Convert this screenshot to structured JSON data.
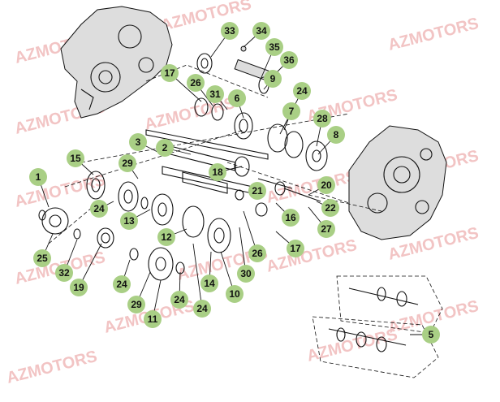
{
  "watermark": "AZMOTORS",
  "colors": {
    "badge": "#a9cf85",
    "watermark": "#f2c4c4"
  },
  "callouts": [
    "33",
    "34",
    "35",
    "36",
    "17",
    "26",
    "31",
    "9",
    "24",
    "6",
    "7",
    "28",
    "8",
    "3",
    "2",
    "1",
    "15",
    "29",
    "18",
    "21",
    "20",
    "24",
    "13",
    "16",
    "22",
    "12",
    "27",
    "25",
    "32",
    "19",
    "24",
    "29",
    "11",
    "24",
    "24",
    "14",
    "10",
    "30",
    "26",
    "17",
    "5"
  ]
}
